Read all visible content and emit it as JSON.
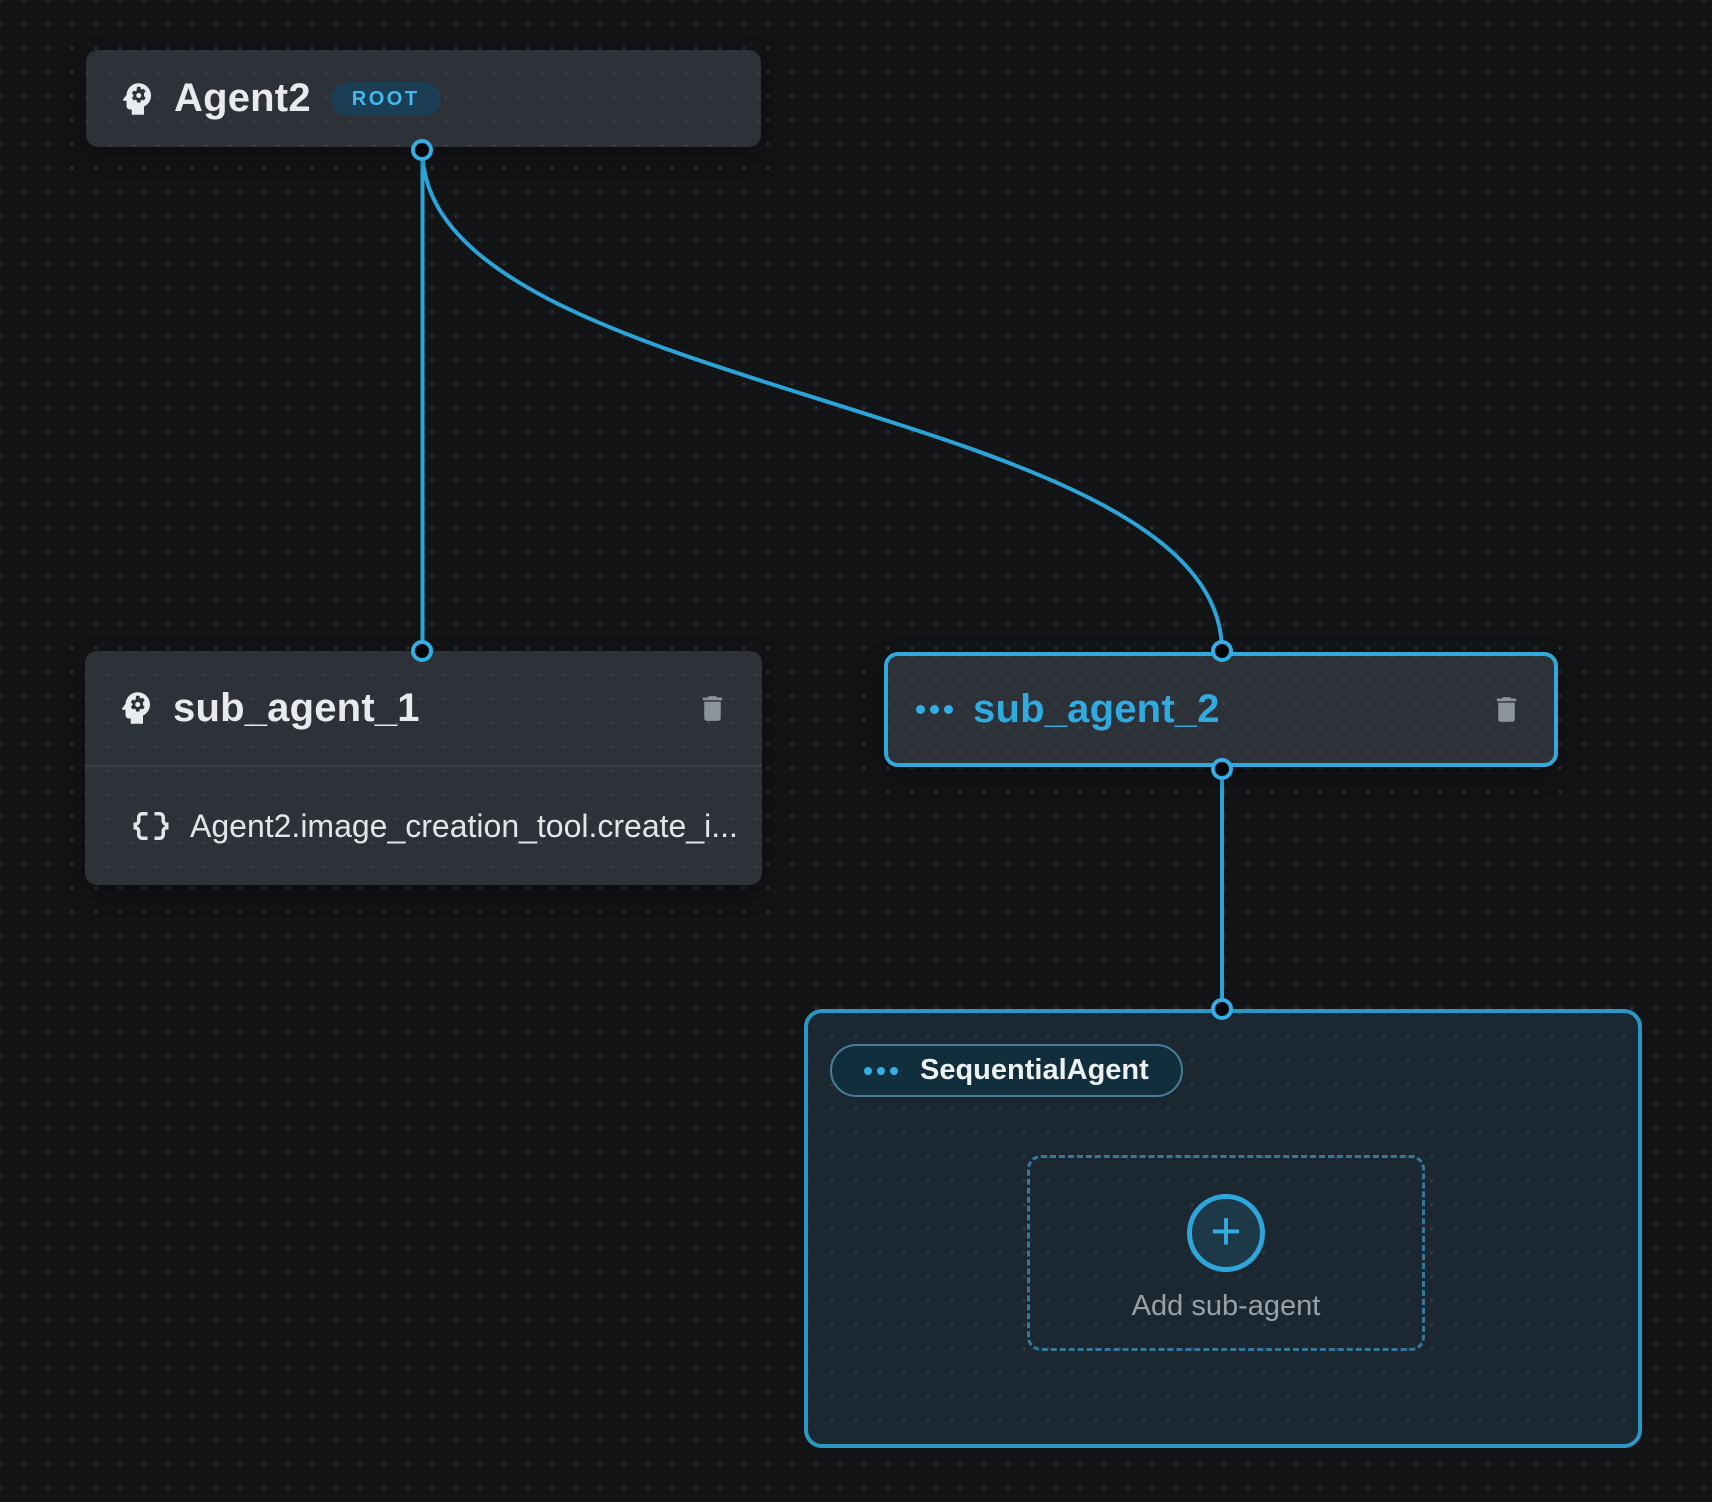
{
  "canvas": {
    "kind": "agent-flow-graph"
  },
  "colors": {
    "canvas_bg": "#131416",
    "node_bg": "#2c3237",
    "accent_cyan": "#31a9dd",
    "edge": "#2da4d8",
    "selected_border": "#31a9dd",
    "container_border": "#2b97c2",
    "container_bg": "#1b2832",
    "root_badge_bg": "#1c3e54",
    "root_badge_text": "#45b9ee",
    "text_primary": "#e8eaed",
    "text_muted": "#99a1a8",
    "trash_icon": "#8d939a"
  },
  "nodes": {
    "agent2": {
      "title": "Agent2",
      "badge": "ROOT"
    },
    "sub_agent_1": {
      "title": "sub_agent_1",
      "tool_ref": "Agent2.image_creation_tool.create_i..."
    },
    "sub_agent_2": {
      "title": "sub_agent_2"
    },
    "sequential_container": {
      "type_label": "SequentialAgent",
      "plus_glyph": "+",
      "add_sub_agent_label": "Add sub-agent"
    }
  },
  "icons": {
    "agent": "head-with-gear",
    "tool": "curly-braces",
    "delete": "trash-can",
    "more": "three-dots",
    "add": "plus-in-circle"
  }
}
